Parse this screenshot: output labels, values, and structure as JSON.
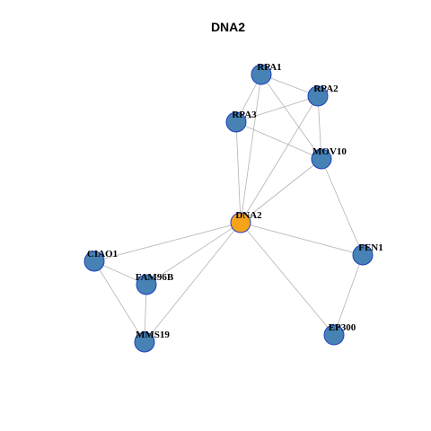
{
  "title": "DNA2",
  "colors": {
    "center_fill": "#F5A31A",
    "node_fill": "#4682B4",
    "node_border": "#1F3FBF",
    "edge": "#B3B3B3"
  },
  "nodes": [
    {
      "id": "RPA1",
      "label": "RPA1",
      "role": "neighbor"
    },
    {
      "id": "RPA2",
      "label": "RPA2",
      "role": "neighbor"
    },
    {
      "id": "RPA3",
      "label": "RPA3",
      "role": "neighbor"
    },
    {
      "id": "MOV10",
      "label": "MOV10",
      "role": "neighbor"
    },
    {
      "id": "DNA2",
      "label": "DNA2",
      "role": "center"
    },
    {
      "id": "CIAO1",
      "label": "CIAO1",
      "role": "neighbor"
    },
    {
      "id": "FAM96B",
      "label": "FAM96B",
      "role": "neighbor"
    },
    {
      "id": "FEN1",
      "label": "FEN1",
      "role": "neighbor"
    },
    {
      "id": "MMS19",
      "label": "MMS19",
      "role": "neighbor"
    },
    {
      "id": "EP300",
      "label": "EP300",
      "role": "neighbor"
    }
  ],
  "edges": [
    [
      "RPA1",
      "RPA2"
    ],
    [
      "RPA1",
      "RPA3"
    ],
    [
      "RPA1",
      "MOV10"
    ],
    [
      "RPA1",
      "DNA2"
    ],
    [
      "RPA2",
      "RPA3"
    ],
    [
      "RPA2",
      "MOV10"
    ],
    [
      "RPA2",
      "DNA2"
    ],
    [
      "RPA3",
      "MOV10"
    ],
    [
      "RPA3",
      "DNA2"
    ],
    [
      "MOV10",
      "DNA2"
    ],
    [
      "MOV10",
      "FEN1"
    ],
    [
      "DNA2",
      "CIAO1"
    ],
    [
      "DNA2",
      "FAM96B"
    ],
    [
      "DNA2",
      "MMS19"
    ],
    [
      "DNA2",
      "FEN1"
    ],
    [
      "DNA2",
      "EP300"
    ],
    [
      "CIAO1",
      "FAM96B"
    ],
    [
      "CIAO1",
      "MMS19"
    ],
    [
      "FAM96B",
      "MMS19"
    ],
    [
      "FEN1",
      "EP300"
    ]
  ]
}
